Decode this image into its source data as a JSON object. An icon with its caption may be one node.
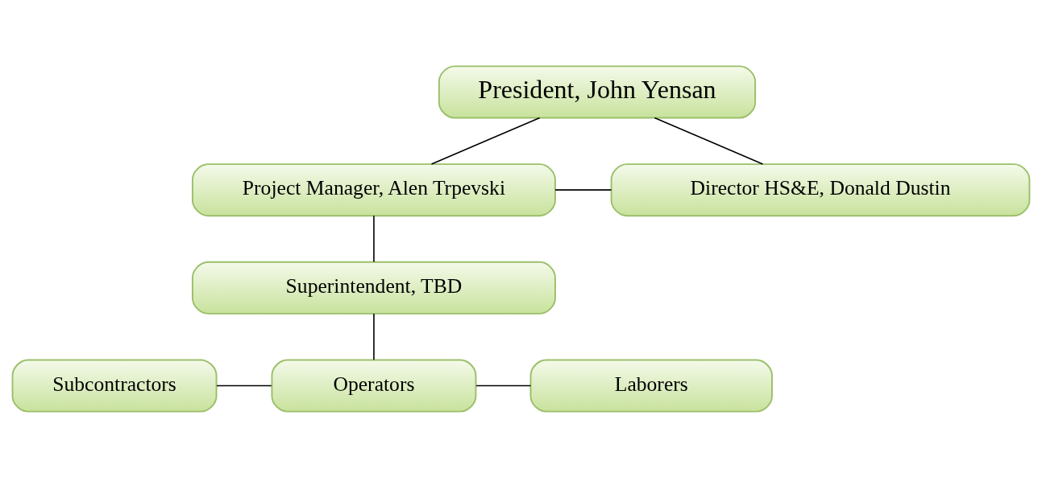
{
  "diagram": {
    "nodes": [
      {
        "text": [
          "President, John Yensan"
        ]
      },
      {
        "text": [
          "Project Manager, Alen Trpevski"
        ]
      },
      {
        "text": [
          "Director HS&E, Donald Dustin"
        ]
      },
      {
        "text": [
          "Superintendent, TBD"
        ]
      },
      {
        "text": [
          "Subcontractors"
        ]
      },
      {
        "text": [
          "Operators"
        ]
      },
      {
        "text": [
          "Laborers"
        ]
      }
    ],
    "edges": [
      {
        "from": 0,
        "to": 1,
        "arrow": "none"
      },
      {
        "from": 0,
        "to": 2,
        "arrow": "none"
      },
      {
        "from": 1,
        "to": 2,
        "arrow": "none"
      },
      {
        "from": 1,
        "to": 3,
        "arrow": "none"
      },
      {
        "from": 3,
        "to": 5,
        "arrow": "none"
      },
      {
        "from": 4,
        "to": 5,
        "arrow": "none"
      },
      {
        "from": 5,
        "to": 6,
        "arrow": "none"
      }
    ]
  }
}
